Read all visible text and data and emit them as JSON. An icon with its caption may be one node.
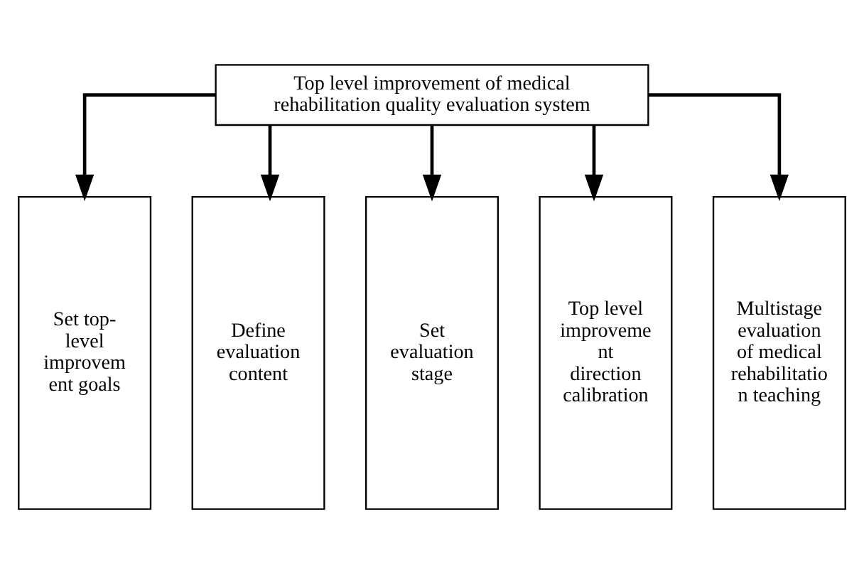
{
  "diagram": {
    "nodes": [
      {
        "text": [
          "Top level improvement of medical rehabilitation quality evaluation system"
        ]
      },
      {
        "text": [
          "Set top- level improvem ent goals"
        ]
      },
      {
        "text": [
          "Define evaluation content"
        ]
      },
      {
        "text": [
          "Set evaluation stage"
        ]
      },
      {
        "text": [
          "Top level improveme nt direction calibration"
        ]
      },
      {
        "text": [
          "Multistage evaluation of medical rehabilitatio n teaching"
        ]
      }
    ],
    "edges": [
      {
        "from": 0,
        "to": 1,
        "arrow": "to"
      },
      {
        "from": 0,
        "to": 2,
        "arrow": "to"
      },
      {
        "from": 0,
        "to": 3,
        "arrow": "to"
      },
      {
        "from": 0,
        "to": 4,
        "arrow": "to"
      },
      {
        "from": 0,
        "to": 5,
        "arrow": "to"
      }
    ]
  }
}
